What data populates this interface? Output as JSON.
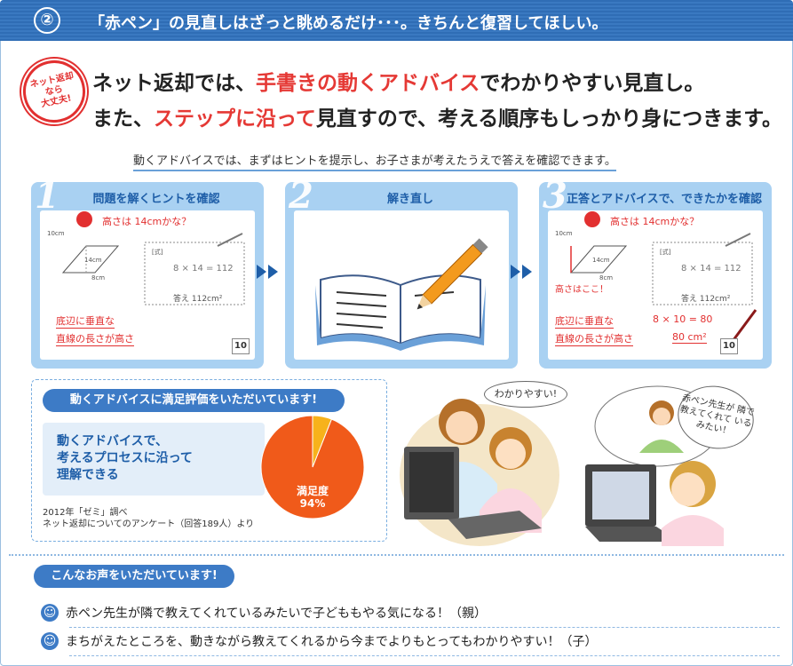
{
  "header": {
    "number": "②",
    "title": "「赤ペン」の見直しはざっと眺めるだけ･･･。きちんと復習してほしい。"
  },
  "badge": {
    "lines": [
      "ネット返却",
      "なら",
      "大丈夫!"
    ]
  },
  "headline": {
    "line1_pre": "ネット返却では、",
    "line1_red": "手書きの動くアドバイス",
    "line1_post": "でわかりやすい見直し。",
    "line2_pre": "また、",
    "line2_red": "ステップに沿って",
    "line2_post": "見直すので、考える順序もしっかり身につきます。"
  },
  "sub_note": "動くアドバイスでは、まずはヒントを提示し、お子さまが考えたうえで答えを確認できます。",
  "steps": [
    {
      "num": "1",
      "title": "問題を解くヒントを確認",
      "hint": "高さは 14cmかな？",
      "formula": "8 × 14 = 112",
      "formula_label": "[式]",
      "answer": "答え 112cm²",
      "note1": "底辺に垂直な",
      "note2": "直線の長さが高さ",
      "page": "10",
      "dims": {
        "d1": "10cm",
        "d2": "14cm",
        "d3": "8cm"
      }
    },
    {
      "num": "2",
      "title": "解き直し"
    },
    {
      "num": "3",
      "title": "正答とアドバイスで、できたかを確認",
      "hint": "高さは 14cmかな？",
      "formula": "8 × 14 = 112",
      "formula_label": "[式]",
      "answer": "答え 112cm²",
      "note1": "底辺に垂直な",
      "note2": "直線の長さが高さ",
      "page": "10",
      "here": "高さはここ！",
      "calc": "8 × 10 = 80",
      "result": "80 cm²",
      "dims": {
        "d1": "10cm",
        "d2": "14cm",
        "d3": "8cm"
      }
    }
  ],
  "satisfaction": {
    "pill": "動くアドバイスに満足評価をいただいています!",
    "lines": [
      "動くアドバイスで、",
      "考えるプロセスに沿って",
      "理解できる"
    ],
    "pie_label": "満足度",
    "pie_value_text": "94%",
    "foot": [
      "2012年「ゼミ」調べ",
      "ネット返却についてのアンケート（回答189人）より"
    ]
  },
  "chart_data": {
    "type": "pie",
    "categories": [
      "満足度",
      ""
    ],
    "values": [
      94,
      6
    ],
    "colors": [
      "#f05a1a",
      "#f7b21b"
    ]
  },
  "illustration": {
    "bubble1": "わかりやすい!",
    "bubble2": "赤ペン先生が 隣で教えてくれて いるみたい！"
  },
  "voices": {
    "pill": "こんなお声をいただいています!",
    "items": [
      "赤ペン先生が隣で教えてくれているみたいで子どももやる気になる！（親）",
      "まちがえたところを、動きながら教えてくれるから今までよりもとってもわかりやすい！（子）"
    ]
  },
  "colors": {
    "brand_blue": "#3d7bc6",
    "accent_red": "#e53935",
    "panel_blue": "#a9d1f2"
  }
}
